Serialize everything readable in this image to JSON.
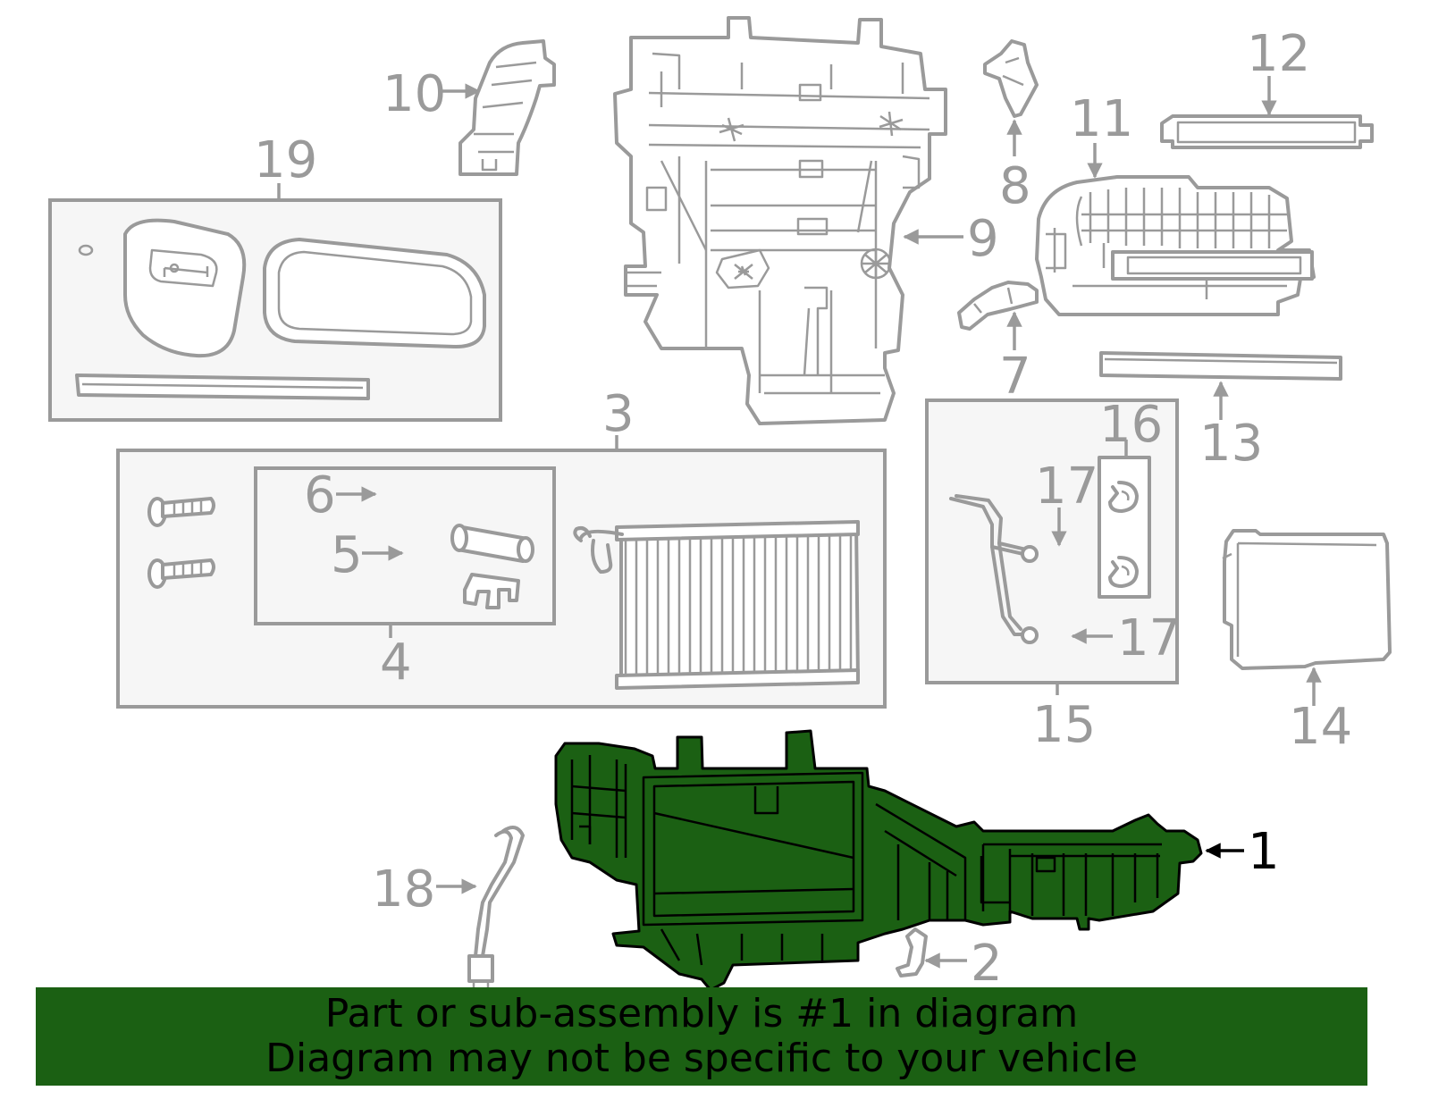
{
  "colors": {
    "highlight": "#1b6013",
    "banner_background": "#1b6013",
    "outline": "#9a9a9a",
    "active_callout": "#000000"
  },
  "callouts": {
    "c1": "1",
    "c2": "2",
    "c3": "3",
    "c4": "4",
    "c5": "5",
    "c6": "6",
    "c7": "7",
    "c8": "8",
    "c9": "9",
    "c10": "10",
    "c11": "11",
    "c12": "12",
    "c13": "13",
    "c14": "14",
    "c15": "15",
    "c16": "16",
    "c17a": "17",
    "c17b": "17",
    "c18": "18",
    "c19": "19"
  },
  "highlighted_part": "1",
  "banner": {
    "line1": "Part or sub-assembly is #1 in diagram",
    "line2": "Diagram may not be specific to your vehicle"
  }
}
